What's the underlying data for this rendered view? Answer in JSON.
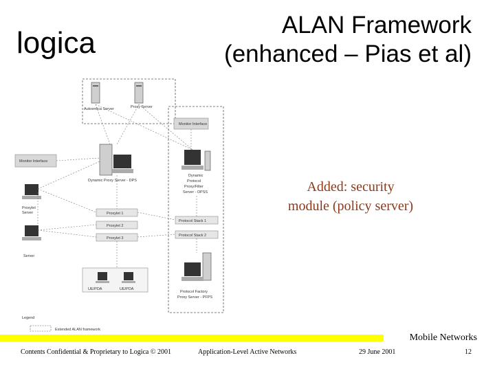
{
  "logo": "logica",
  "title": [
    "ALAN Framework",
    "(enhanced – Pias et al)"
  ],
  "note": [
    "Added: security",
    "module (policy server)"
  ],
  "footer": {
    "section_title": "Mobile Networks",
    "confidential": "Contents Confidential & Proprietary to Logica © 2001",
    "topic": "Application-Level Active Networks",
    "date": "29 June 2001",
    "page": "12"
  },
  "colors": {
    "accent_bar": "#ffff00",
    "note_text": "#8a3a1a"
  },
  "diagram": {
    "nodes": {
      "auth_server": "Autoentica Server",
      "proxy_server": "Proxy Server",
      "monitor_top": "Monitor Interface",
      "monitor_left": "Monitor Interface",
      "dps": "Dynamic Proxy Server - DPS",
      "dpps": [
        "Dynamic",
        "Protocol",
        "Proxy/Filter",
        "Server - DPSS"
      ],
      "proxylet1": "Proxylet 1",
      "proxylet2": "Proxylet 2",
      "proxylet3": "Proxylet 3",
      "stack1": "Protocol Stack 1",
      "stack2": "Protocol Stack 2",
      "client_left": [
        "Proxylet",
        "Server"
      ],
      "server_left": "Server",
      "ue_a": "UE/PDA",
      "ue_b": "UE/PDA",
      "pfps": [
        "Protocol Factory",
        "Proxy Server - PFPS"
      ]
    },
    "legend": {
      "title": "Legend",
      "item": "Extended ALAN framework"
    }
  }
}
